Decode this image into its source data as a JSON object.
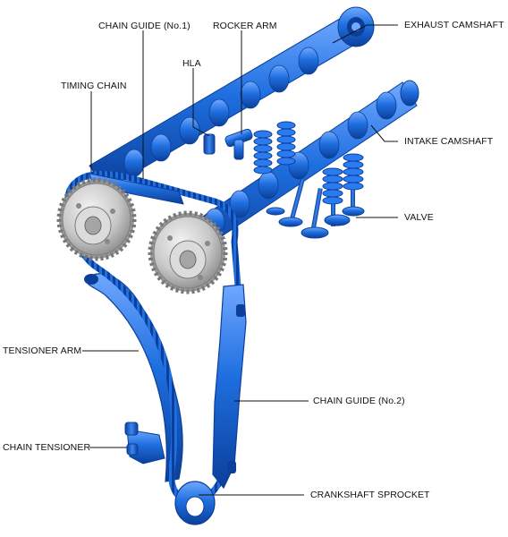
{
  "diagram": {
    "labels": {
      "chain_guide_no1": "CHAIN GUIDE (No.1)",
      "rocker_arm": "ROCKER ARM",
      "exhaust_camshaft": "EXHAUST CAMSHAFT",
      "hla": "HLA",
      "timing_chain": "TIMING CHAIN",
      "intake_camshaft": "INTAKE CAMSHAFT",
      "valve": "VALVE",
      "tensioner_arm": "TENSIONER ARM",
      "chain_guide_no2": "CHAIN GUIDE (No.2)",
      "chain_tensioner": "CHAIN TENSIONER",
      "crankshaft_sprocket": "CRANKSHAFT SPROCKET"
    },
    "colors": {
      "part_blue": "#1f6fe0",
      "part_blue_dark": "#0b3f9a",
      "part_blue_light": "#6fa8ff",
      "sprocket_gray": "#c9c9c9",
      "sprocket_dark": "#8c8c8c",
      "leader_line": "#111111",
      "background": "#ffffff"
    }
  }
}
